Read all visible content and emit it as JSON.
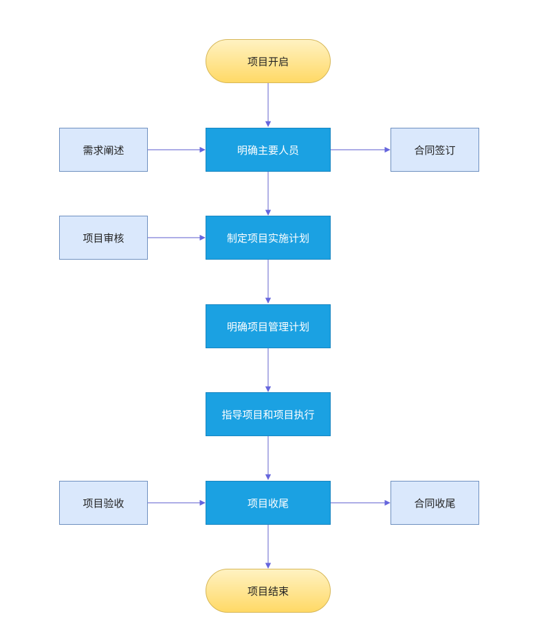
{
  "flowchart": {
    "start": "项目开启",
    "steps": [
      "明确主要人员",
      "制定项目实施计划",
      "明确项目管理计划",
      "指导项目和项目执行",
      "项目收尾"
    ],
    "end": "项目结束",
    "inputs": {
      "requirements": "需求阐述",
      "review": "项目审核",
      "acceptance": "项目验收"
    },
    "outputs": {
      "contract_signing": "合同签订",
      "contract_closing": "合同收尾"
    }
  },
  "colors": {
    "terminal_fill": "#ffd966",
    "process_fill": "#1ba1e2",
    "side_fill": "#dae8fc",
    "connector": "#7b7bd6"
  }
}
